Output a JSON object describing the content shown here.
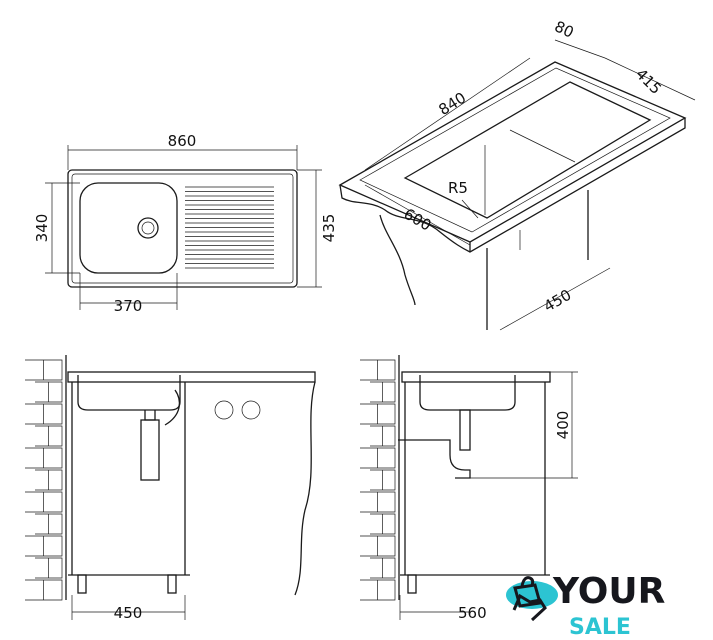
{
  "plan_view": {
    "width_label": "860",
    "basin_depth_label": "340",
    "depth_label": "435",
    "basin_width_label": "370"
  },
  "iso_view": {
    "length_label": "840",
    "edge_label": "80",
    "depth_label": "415",
    "radius_label": "R5",
    "cabinet_depth_label": "600",
    "cabinet_width_label": "450"
  },
  "front_view": {
    "cabinet_width_label": "450"
  },
  "side_view": {
    "height_label": "400",
    "depth_label": "560"
  },
  "logo": {
    "line1": "YOUR",
    "line2": "SALE",
    "colors": {
      "dark": "#16171d",
      "accent": "#2cc4d2"
    }
  }
}
